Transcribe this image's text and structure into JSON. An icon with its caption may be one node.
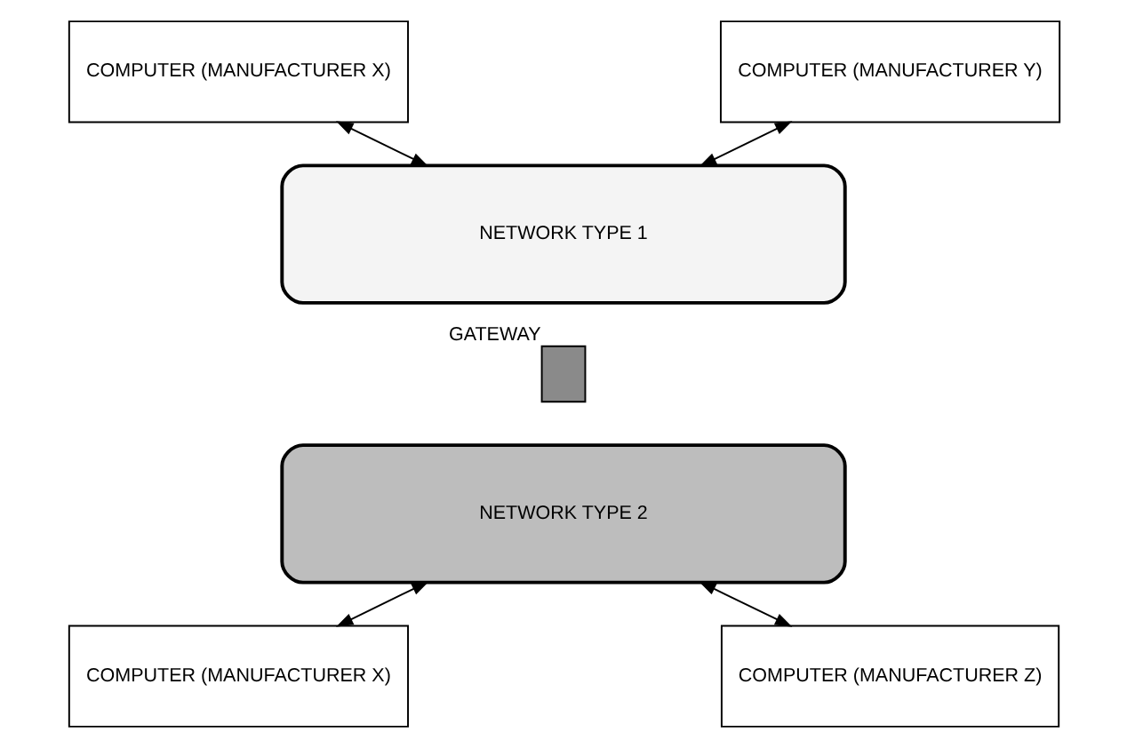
{
  "diagram": {
    "nodes": [
      {
        "text": [
          "COMPUTER (MANUFACTURER X)"
        ]
      },
      {
        "text": [
          "COMPUTER (MANUFACTURER Y)"
        ]
      },
      {
        "text": [
          "NETWORK TYPE 1"
        ]
      },
      {
        "text": [],
        "shape": "box",
        "beside": [
          "GATEWAY"
        ]
      },
      {
        "text": [
          "NETWORK TYPE 2"
        ]
      },
      {
        "text": [
          "COMPUTER (MANUFACTURER X)"
        ]
      },
      {
        "text": [
          "COMPUTER (MANUFACTURER Z)"
        ]
      }
    ],
    "edges": [
      {
        "from": 0,
        "to": 2,
        "arrow": "both"
      },
      {
        "from": 1,
        "to": 2,
        "arrow": "both"
      },
      {
        "from": 4,
        "to": 5,
        "arrow": "both"
      },
      {
        "from": 4,
        "to": 6,
        "arrow": "both"
      }
    ]
  }
}
